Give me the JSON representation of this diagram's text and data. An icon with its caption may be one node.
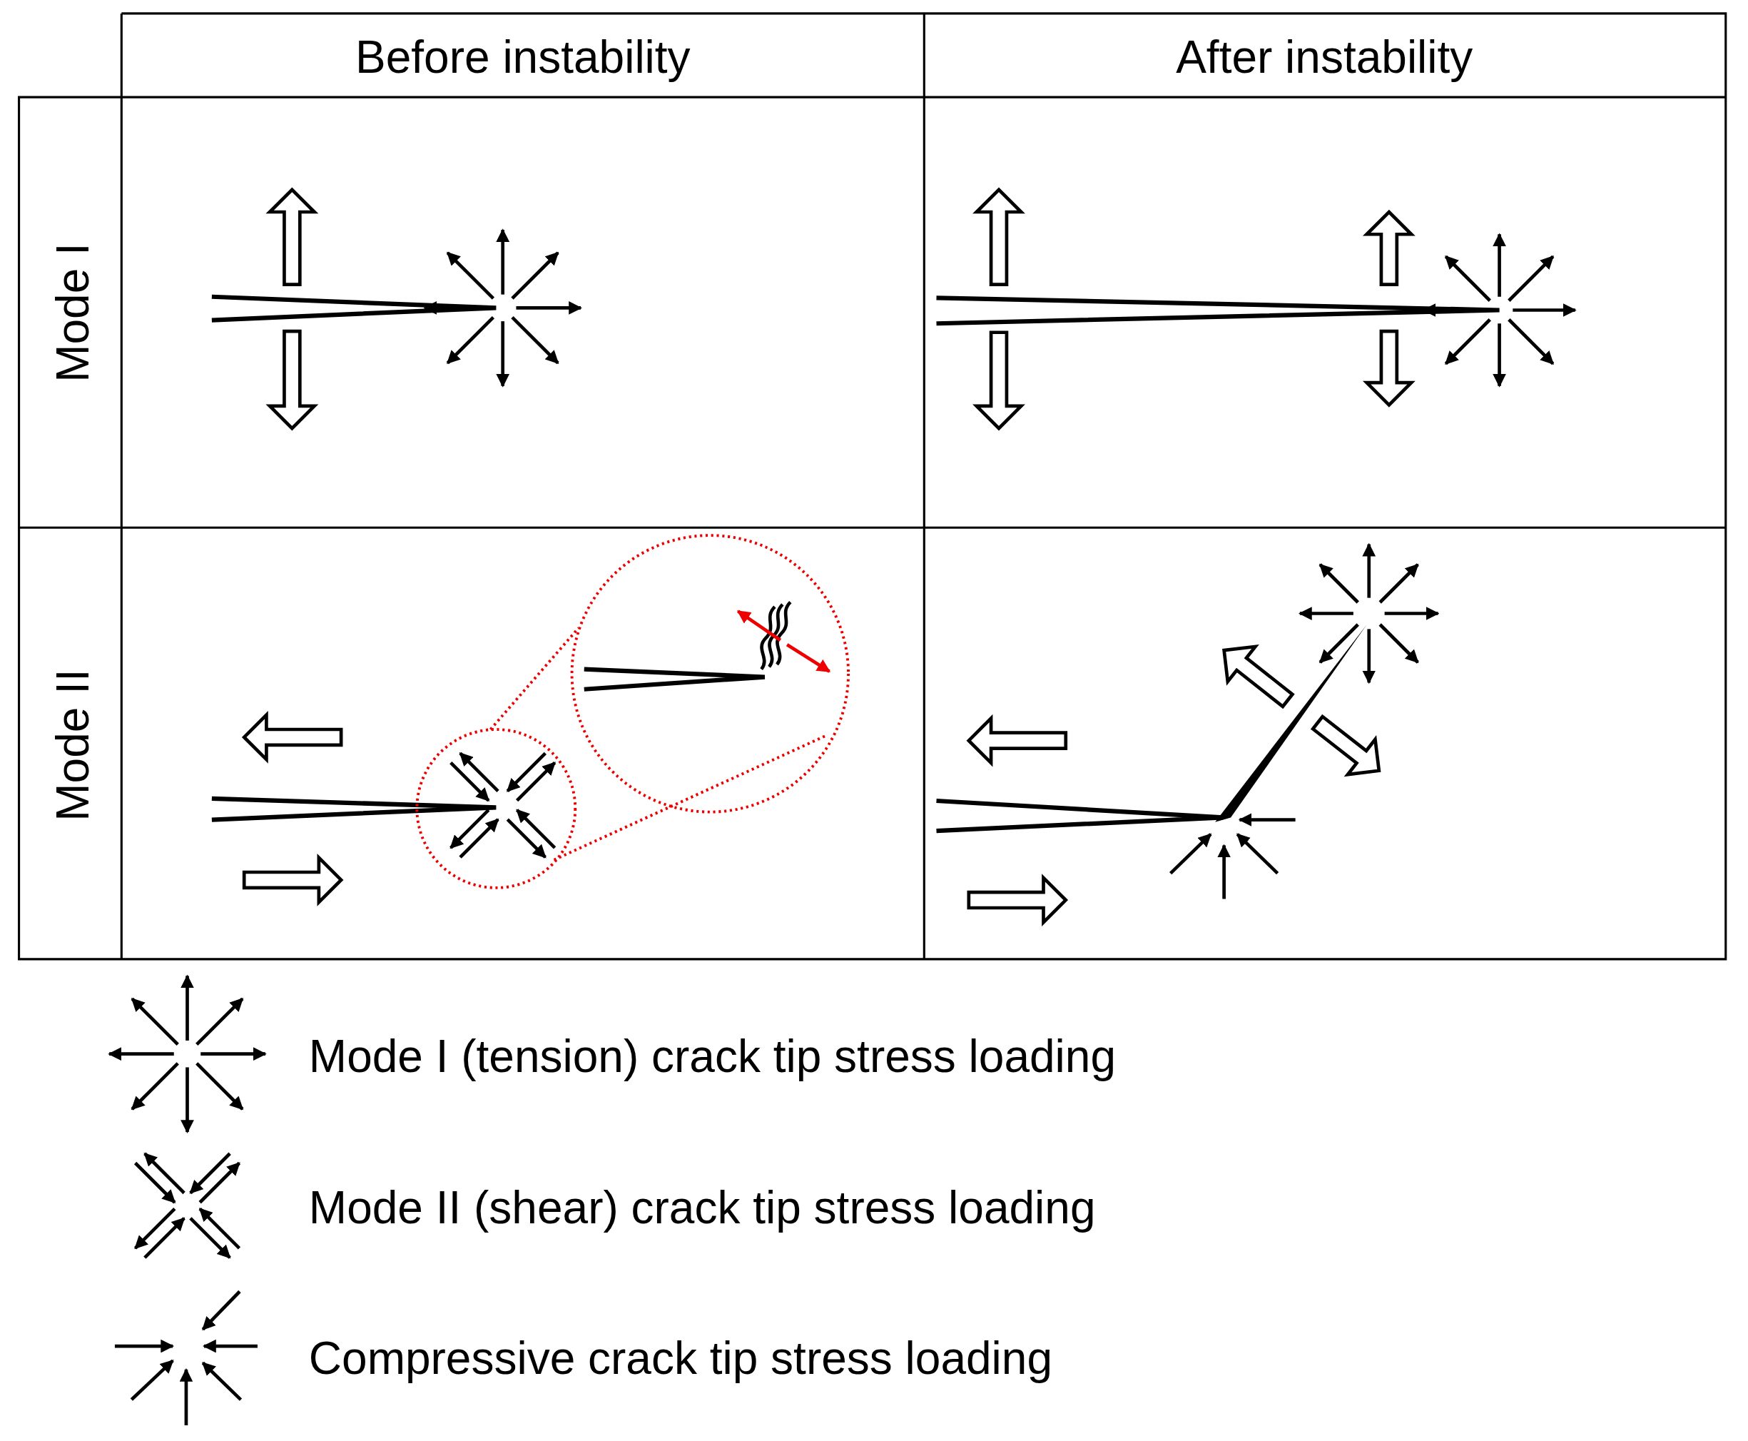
{
  "diagram": {
    "labels": [
      "Before instability",
      "After instability",
      "Mode I",
      "Mode II"
    ],
    "legend": [
      {
        "text": "Mode I (tension) crack tip stress loading"
      },
      {
        "text": "Mode II (shear) crack tip stress loading"
      },
      {
        "text": "Compressive crack tip stress loading"
      }
    ]
  }
}
